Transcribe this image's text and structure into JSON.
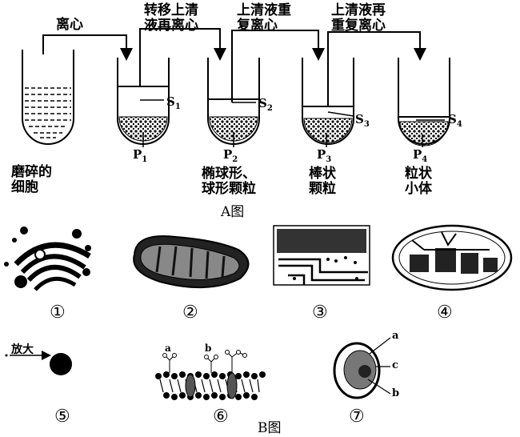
{
  "figure_a": {
    "caption": "A图",
    "steps": [
      {
        "lines": [
          "离心"
        ]
      },
      {
        "lines": [
          "转移上清",
          "液再离心"
        ]
      },
      {
        "lines": [
          "上清液重",
          "复离心"
        ]
      },
      {
        "lines": [
          "上清液再",
          "重复离心"
        ]
      }
    ],
    "start_tube": {
      "lines": [
        "磨碎的",
        "细胞"
      ]
    },
    "tubes": [
      {
        "supernatant": "S",
        "sup_sub": "1",
        "pellet": "P",
        "pel_sub": "1",
        "desc": []
      },
      {
        "supernatant": "S",
        "sup_sub": "2",
        "pellet": "P",
        "pel_sub": "2",
        "desc": [
          "椭球形、",
          "球形颗粒"
        ]
      },
      {
        "supernatant": "S",
        "sup_sub": "3",
        "pellet": "P",
        "pel_sub": "3",
        "desc": [
          "棒状",
          "颗粒"
        ]
      },
      {
        "supernatant": "S",
        "sup_sub": "4",
        "pellet": "P",
        "pel_sub": "4",
        "desc": [
          "粒状",
          "小体"
        ]
      }
    ]
  },
  "figure_b": {
    "caption": "B图",
    "items": [
      "①",
      "②",
      "③",
      "④",
      "⑤",
      "⑥",
      "⑦"
    ],
    "item5_label": "放大",
    "item6_labels": [
      "a",
      "b"
    ],
    "item7_labels": [
      "a",
      "c",
      "b"
    ]
  }
}
